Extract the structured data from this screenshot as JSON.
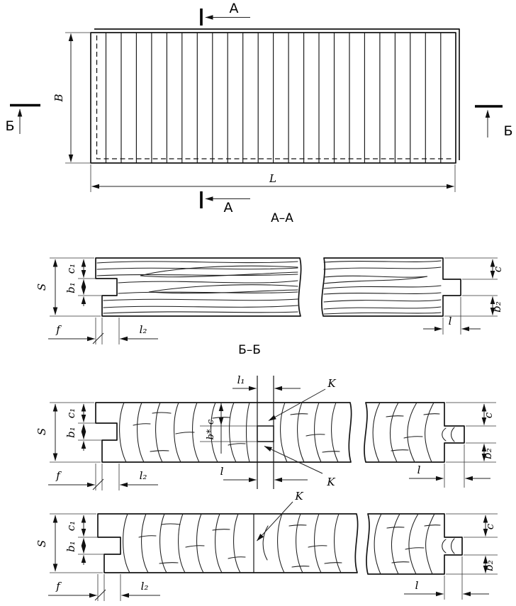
{
  "labels": {
    "section_a": "А",
    "section_b": "Б",
    "title_aa": "А–А",
    "title_bb": "Б–Б",
    "dim_B": "B",
    "dim_L": "L",
    "dim_S": "S",
    "dim_c1": "c₁",
    "dim_b1": "b₁",
    "dim_f": "f",
    "dim_l2": "l₂",
    "dim_c": "c",
    "dim_b2": "b₂",
    "dim_l": "l",
    "dim_l1": "l₁",
    "dim_K": "K",
    "dim_b_star_c": "b*–c"
  },
  "colors": {
    "line": "#141414",
    "background": "#ffffff"
  }
}
